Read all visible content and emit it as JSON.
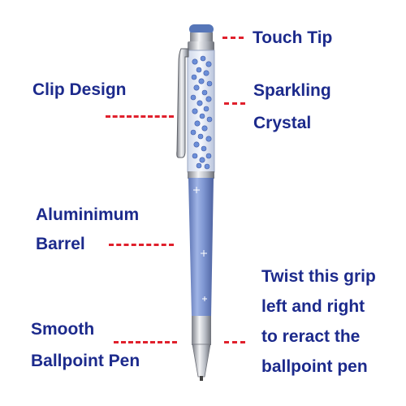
{
  "labels": {
    "touch_tip": "Touch Tip",
    "clip_design": "Clip Design",
    "sparkling_line1": "Sparkling",
    "sparkling_line2": "Crystal",
    "aluminium_line1": "Aluminimum",
    "aluminium_line2": "Barrel",
    "twist_line1": "Twist this grip",
    "twist_line2": "left and right",
    "twist_line3": "to reract the",
    "twist_line4": "ballpoint pen",
    "smooth_line1": "Smooth",
    "smooth_line2": "Ballpoint Pen"
  },
  "colors": {
    "label_text": "#1c2a8c",
    "leader_dashes": "#e0202c",
    "barrel": "#7f97d2",
    "crystals": "#6c8fd8",
    "metal": "#c9ccd2"
  }
}
